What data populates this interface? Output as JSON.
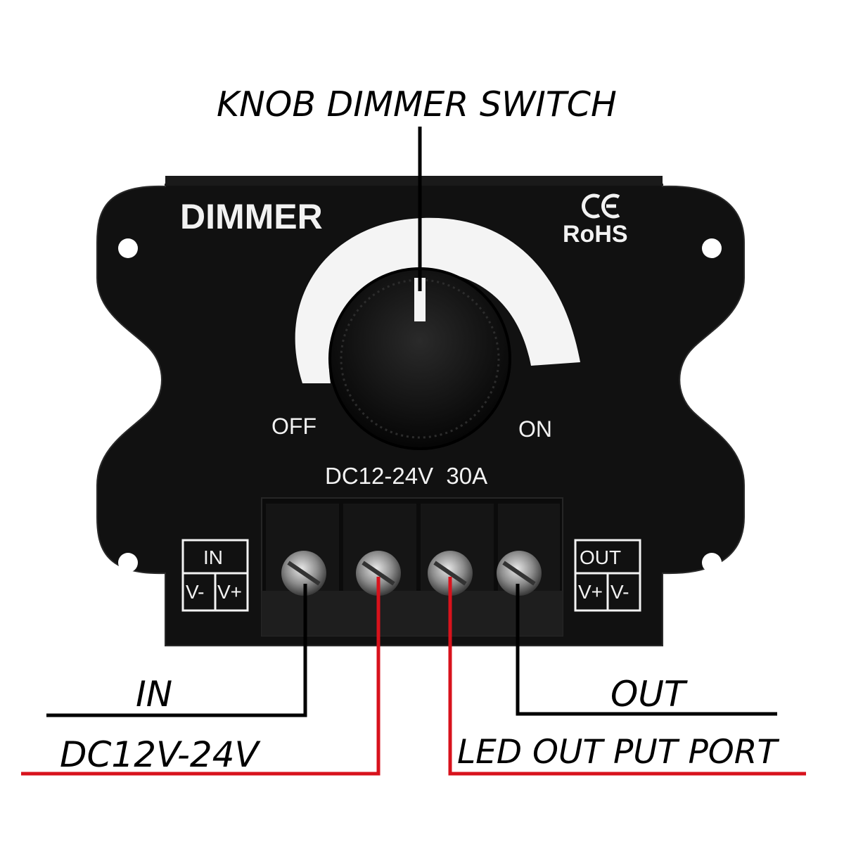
{
  "callouts": {
    "title": "KNOB DIMMER SWITCH",
    "in": "IN",
    "out": "OUT",
    "supply": "DC12V-24V",
    "led_out": "LED OUT PUT PORT"
  },
  "device": {
    "brand_label": "DIMMER",
    "ce_mark": "CE",
    "rohs_mark": "RoHS",
    "off_label": "OFF",
    "on_label": "ON",
    "rating": "DC12-24V  30A",
    "in_box": {
      "title": "IN",
      "left": "V-",
      "right": "V+"
    },
    "out_box": {
      "title": "OUT",
      "left": "V+",
      "right": "V-"
    }
  },
  "colors": {
    "device_body": "#111111",
    "wire_black": "#000000",
    "wire_red": "#d8121c",
    "label_white": "#f2f2f2"
  },
  "icons": [
    "ce-mark-icon",
    "screw-terminal-icon",
    "mounting-hole-icon",
    "knob-icon"
  ]
}
